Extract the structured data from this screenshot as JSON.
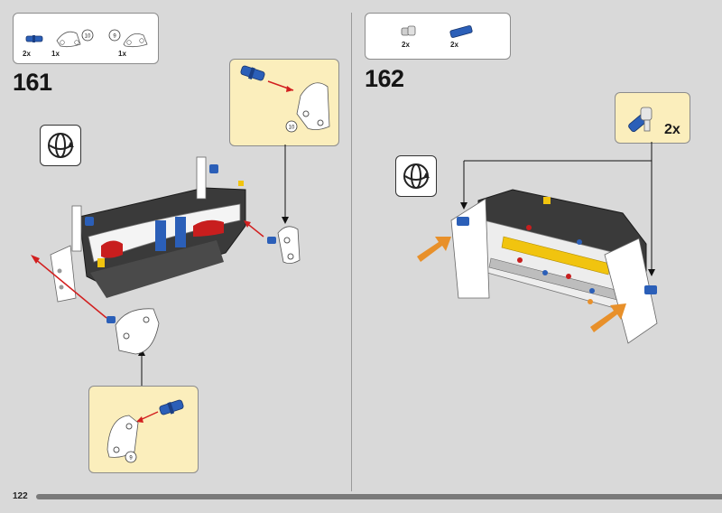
{
  "page": {
    "number": "122"
  },
  "colors": {
    "background": "#d9d9d9",
    "callout": "#fbeebc",
    "accent_blue": "#2b5fb8",
    "arrow_red": "#d21f1f",
    "arrow_orange": "#e8902a"
  },
  "steps": [
    {
      "number": "161",
      "parts": [
        {
          "qty": "2x",
          "icon": "blue-axle-pin"
        },
        {
          "qty": "1x",
          "icon": "white-panel-10"
        },
        {
          "qty": "1x",
          "icon": "white-panel-9"
        }
      ],
      "callouts": [
        {
          "part_label": "10"
        },
        {
          "part_label": "9"
        }
      ]
    },
    {
      "number": "162",
      "parts": [
        {
          "qty": "2x",
          "icon": "grey-connector"
        },
        {
          "qty": "2x",
          "icon": "blue-axle-pin"
        }
      ],
      "callouts": [
        {
          "qty": "2x"
        }
      ]
    }
  ]
}
